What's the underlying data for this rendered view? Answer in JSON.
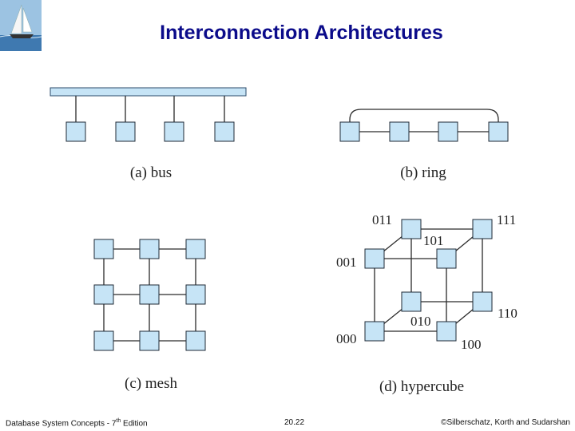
{
  "slide": {
    "title": "Interconnection Architectures"
  },
  "diagrams": {
    "bus": {
      "caption": "(a) bus"
    },
    "ring": {
      "caption": "(b) ring"
    },
    "mesh": {
      "caption": "(c) mesh"
    },
    "hypercube": {
      "caption": "(d) hypercube",
      "labels": [
        "000",
        "001",
        "010",
        "011",
        "100",
        "101",
        "110",
        "111"
      ]
    }
  },
  "footer": {
    "left_prefix": "Database System Concepts - 7",
    "left_sup": "th",
    "left_suffix": " Edition",
    "page": "20.22",
    "copyright": "©Silberschatz, Korth and Sudarshan"
  },
  "colors": {
    "title": "#0b0b8a",
    "node_fill": "#c6e4f6",
    "node_stroke": "#1f2a36"
  },
  "icons": {
    "logo": "sailboat-logo-icon"
  }
}
